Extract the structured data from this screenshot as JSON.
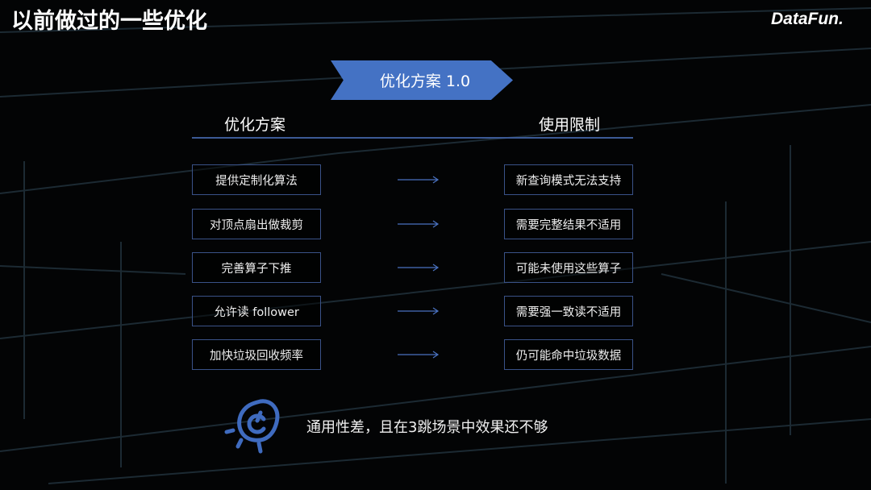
{
  "title": "以前做过的一些优化",
  "logo": "DataFun.",
  "banner": "优化方案 1.0",
  "headers": {
    "left": "优化方案",
    "right": "使用限制"
  },
  "rows": [
    {
      "plan": "提供定制化算法",
      "limit": "新查询模式无法支持"
    },
    {
      "plan": "对顶点扇出做裁剪",
      "limit": "需要完整结果不适用"
    },
    {
      "plan": "完善算子下推",
      "limit": "可能未使用这些算子"
    },
    {
      "plan": "允许读 follower",
      "limit": "需要强一致读不适用"
    },
    {
      "plan": "加快垃圾回收频率",
      "limit": "仍可能命中垃圾数据"
    }
  ],
  "note": "通用性差，且在3跳场景中效果还不够",
  "colors": {
    "accent": "#4472c4"
  }
}
